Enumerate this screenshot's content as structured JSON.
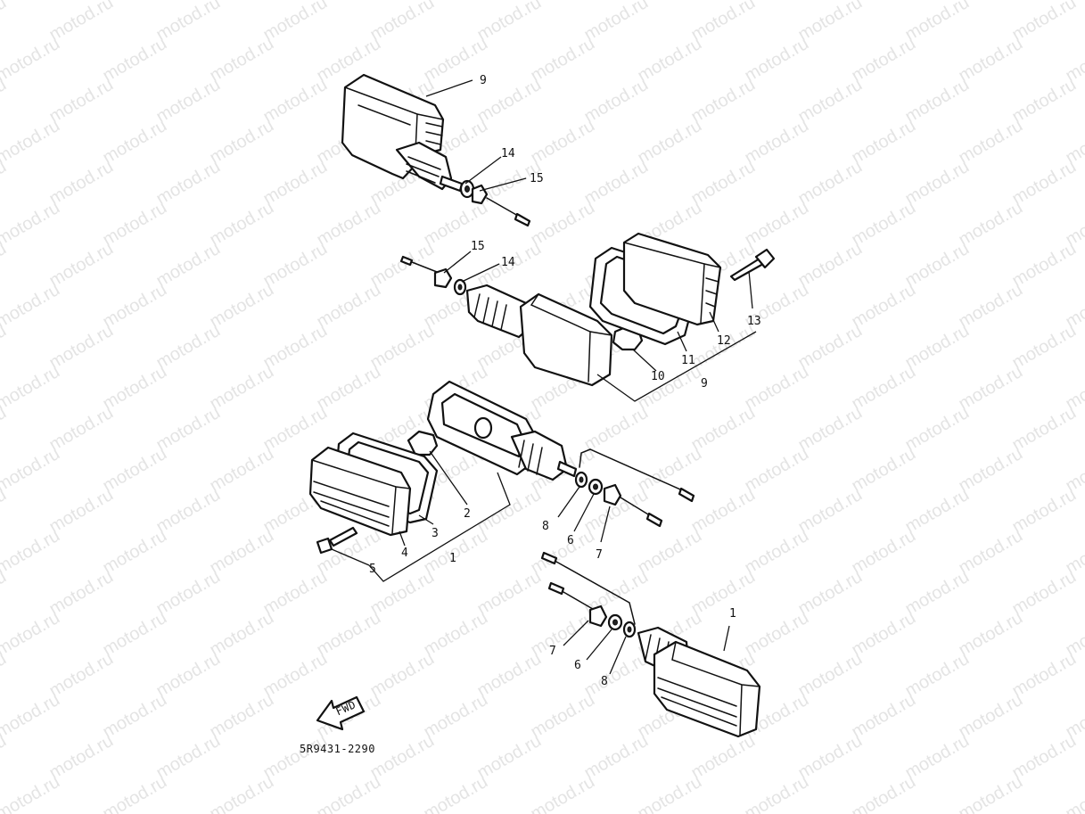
{
  "diagram": {
    "drawing_code": "5R9431-2290",
    "fwd_marker": "FWD",
    "watermark_text": "motod.ru",
    "callouts": [
      {
        "id": "c-9-top",
        "label": "9"
      },
      {
        "id": "c-14-top",
        "label": "14"
      },
      {
        "id": "c-15-top",
        "label": "15"
      },
      {
        "id": "c-15-mid",
        "label": "15"
      },
      {
        "id": "c-14-mid",
        "label": "14"
      },
      {
        "id": "c-13",
        "label": "13"
      },
      {
        "id": "c-12",
        "label": "12"
      },
      {
        "id": "c-11",
        "label": "11"
      },
      {
        "id": "c-10",
        "label": "10"
      },
      {
        "id": "c-9-mid",
        "label": "9"
      },
      {
        "id": "c-2",
        "label": "2"
      },
      {
        "id": "c-3",
        "label": "3"
      },
      {
        "id": "c-4",
        "label": "4"
      },
      {
        "id": "c-5",
        "label": "5"
      },
      {
        "id": "c-1-mid",
        "label": "1"
      },
      {
        "id": "c-8-mid",
        "label": "8"
      },
      {
        "id": "c-6-mid",
        "label": "6"
      },
      {
        "id": "c-7-mid",
        "label": "7"
      },
      {
        "id": "c-1-bot",
        "label": "1"
      },
      {
        "id": "c-7-bot",
        "label": "7"
      },
      {
        "id": "c-6-bot",
        "label": "6"
      },
      {
        "id": "c-8-bot",
        "label": "8"
      }
    ]
  }
}
